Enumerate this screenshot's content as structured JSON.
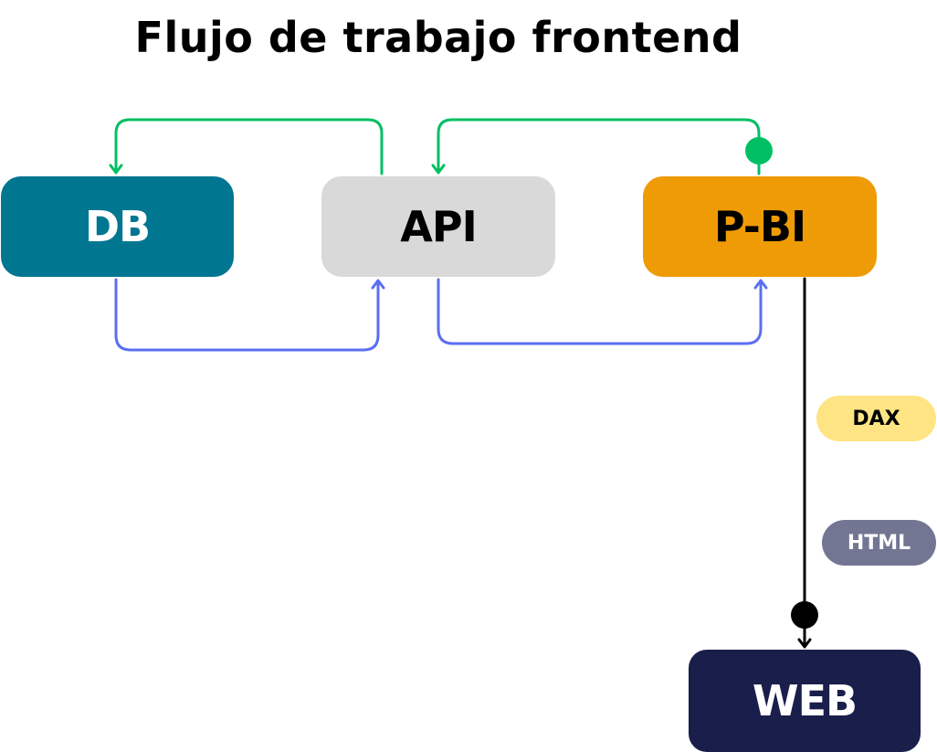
{
  "title": "Flujo de trabajo frontend",
  "nodes": {
    "db": {
      "label": "DB",
      "bg": "#007691",
      "fg": "#ffffff"
    },
    "api": {
      "label": "API",
      "bg": "#d9d9d9",
      "fg": "#000000"
    },
    "pbi": {
      "label": "P-BI",
      "bg": "#ee9b06",
      "fg": "#000000"
    },
    "web": {
      "label": "WEB",
      "bg": "#191e4b",
      "fg": "#ffffff"
    }
  },
  "tags": {
    "dax": {
      "label": "DAX",
      "bg": "#ffe483",
      "fg": "#000000"
    },
    "html": {
      "label": "HTML",
      "bg": "#737693",
      "fg": "#ffffff"
    }
  },
  "colors": {
    "request_connector": "#00bf63",
    "response_connector": "#5a6ff0",
    "output_connector": "#000000"
  }
}
